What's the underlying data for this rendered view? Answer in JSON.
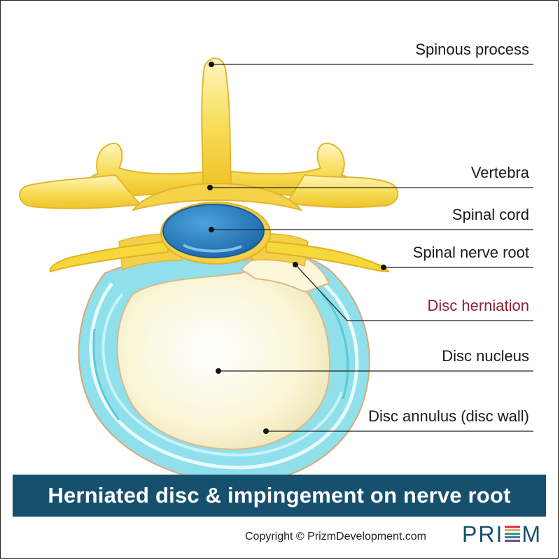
{
  "labels": {
    "spinous_process": "Spinous process",
    "vertebra": "Vertebra",
    "spinal_cord": "Spinal cord",
    "spinal_nerve_root": "Spinal nerve root",
    "disc_herniation": "Disc herniation",
    "disc_nucleus": "Disc nucleus",
    "disc_annulus": "Disc annulus (disc wall)"
  },
  "banner": {
    "title": "Herniated disc & impingement on nerve root"
  },
  "footer": {
    "copyright": "Copyright © PrizmDevelopment.com",
    "logo_left": "PRI",
    "logo_right": "M"
  },
  "colors": {
    "banner_bg": "#17506e",
    "herniation_label": "#8b2332",
    "bone": "#f6d84a",
    "bone_light": "#fff4b8",
    "spinal_cord": "#2a7fbf",
    "annulus": "#8fe0ea",
    "nucleus": "#fbf7dc"
  }
}
